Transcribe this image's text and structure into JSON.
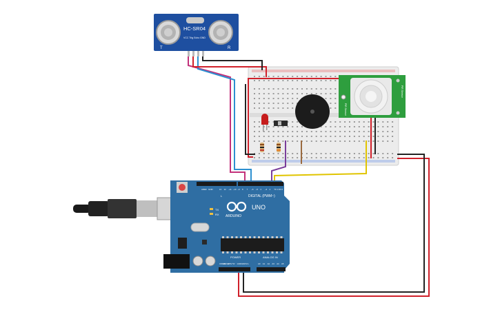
{
  "sensor": {
    "model": "HC-SR04",
    "pin_text": "VCC Trig Echo GND",
    "left_mark": "T",
    "right_mark": "R"
  },
  "pir": {
    "label_left": "PIR Sensor",
    "label_right": "PIR Sensor"
  },
  "arduino": {
    "brand": "ARDUINO",
    "model": "UNO",
    "digital_header": "DIGITAL (PWM~)",
    "power_header": "POWER",
    "analog_header": "ANALOG IN",
    "tx": "TX",
    "rx": "RX",
    "led_l": "L",
    "aref": "AREF",
    "gnd": "GND",
    "digital_pins": [
      "13",
      "12",
      "~11",
      "~10",
      "~9",
      "8",
      "7",
      "~6",
      "~5",
      "4",
      "~3",
      "2",
      "TX 1",
      "RX 0"
    ],
    "power_pins": [
      "IOREF",
      "RESET",
      "3.3V",
      "5V",
      "GND",
      "GND",
      "Vin"
    ],
    "analog_pins": [
      "A0",
      "A1",
      "A2",
      "A3",
      "A4",
      "A5"
    ]
  },
  "colors": {
    "board_blue": "#2f6ea3",
    "sensor_blue": "#1e4fa0",
    "pir_green": "#2e9e3e",
    "wire_red": "#d0202a",
    "wire_black": "#222222",
    "wire_magenta": "#c2307a",
    "wire_blue": "#2c8fd0",
    "wire_purple": "#7a3d9a",
    "wire_brown": "#9a6a3f",
    "wire_yellow": "#e0c400"
  }
}
